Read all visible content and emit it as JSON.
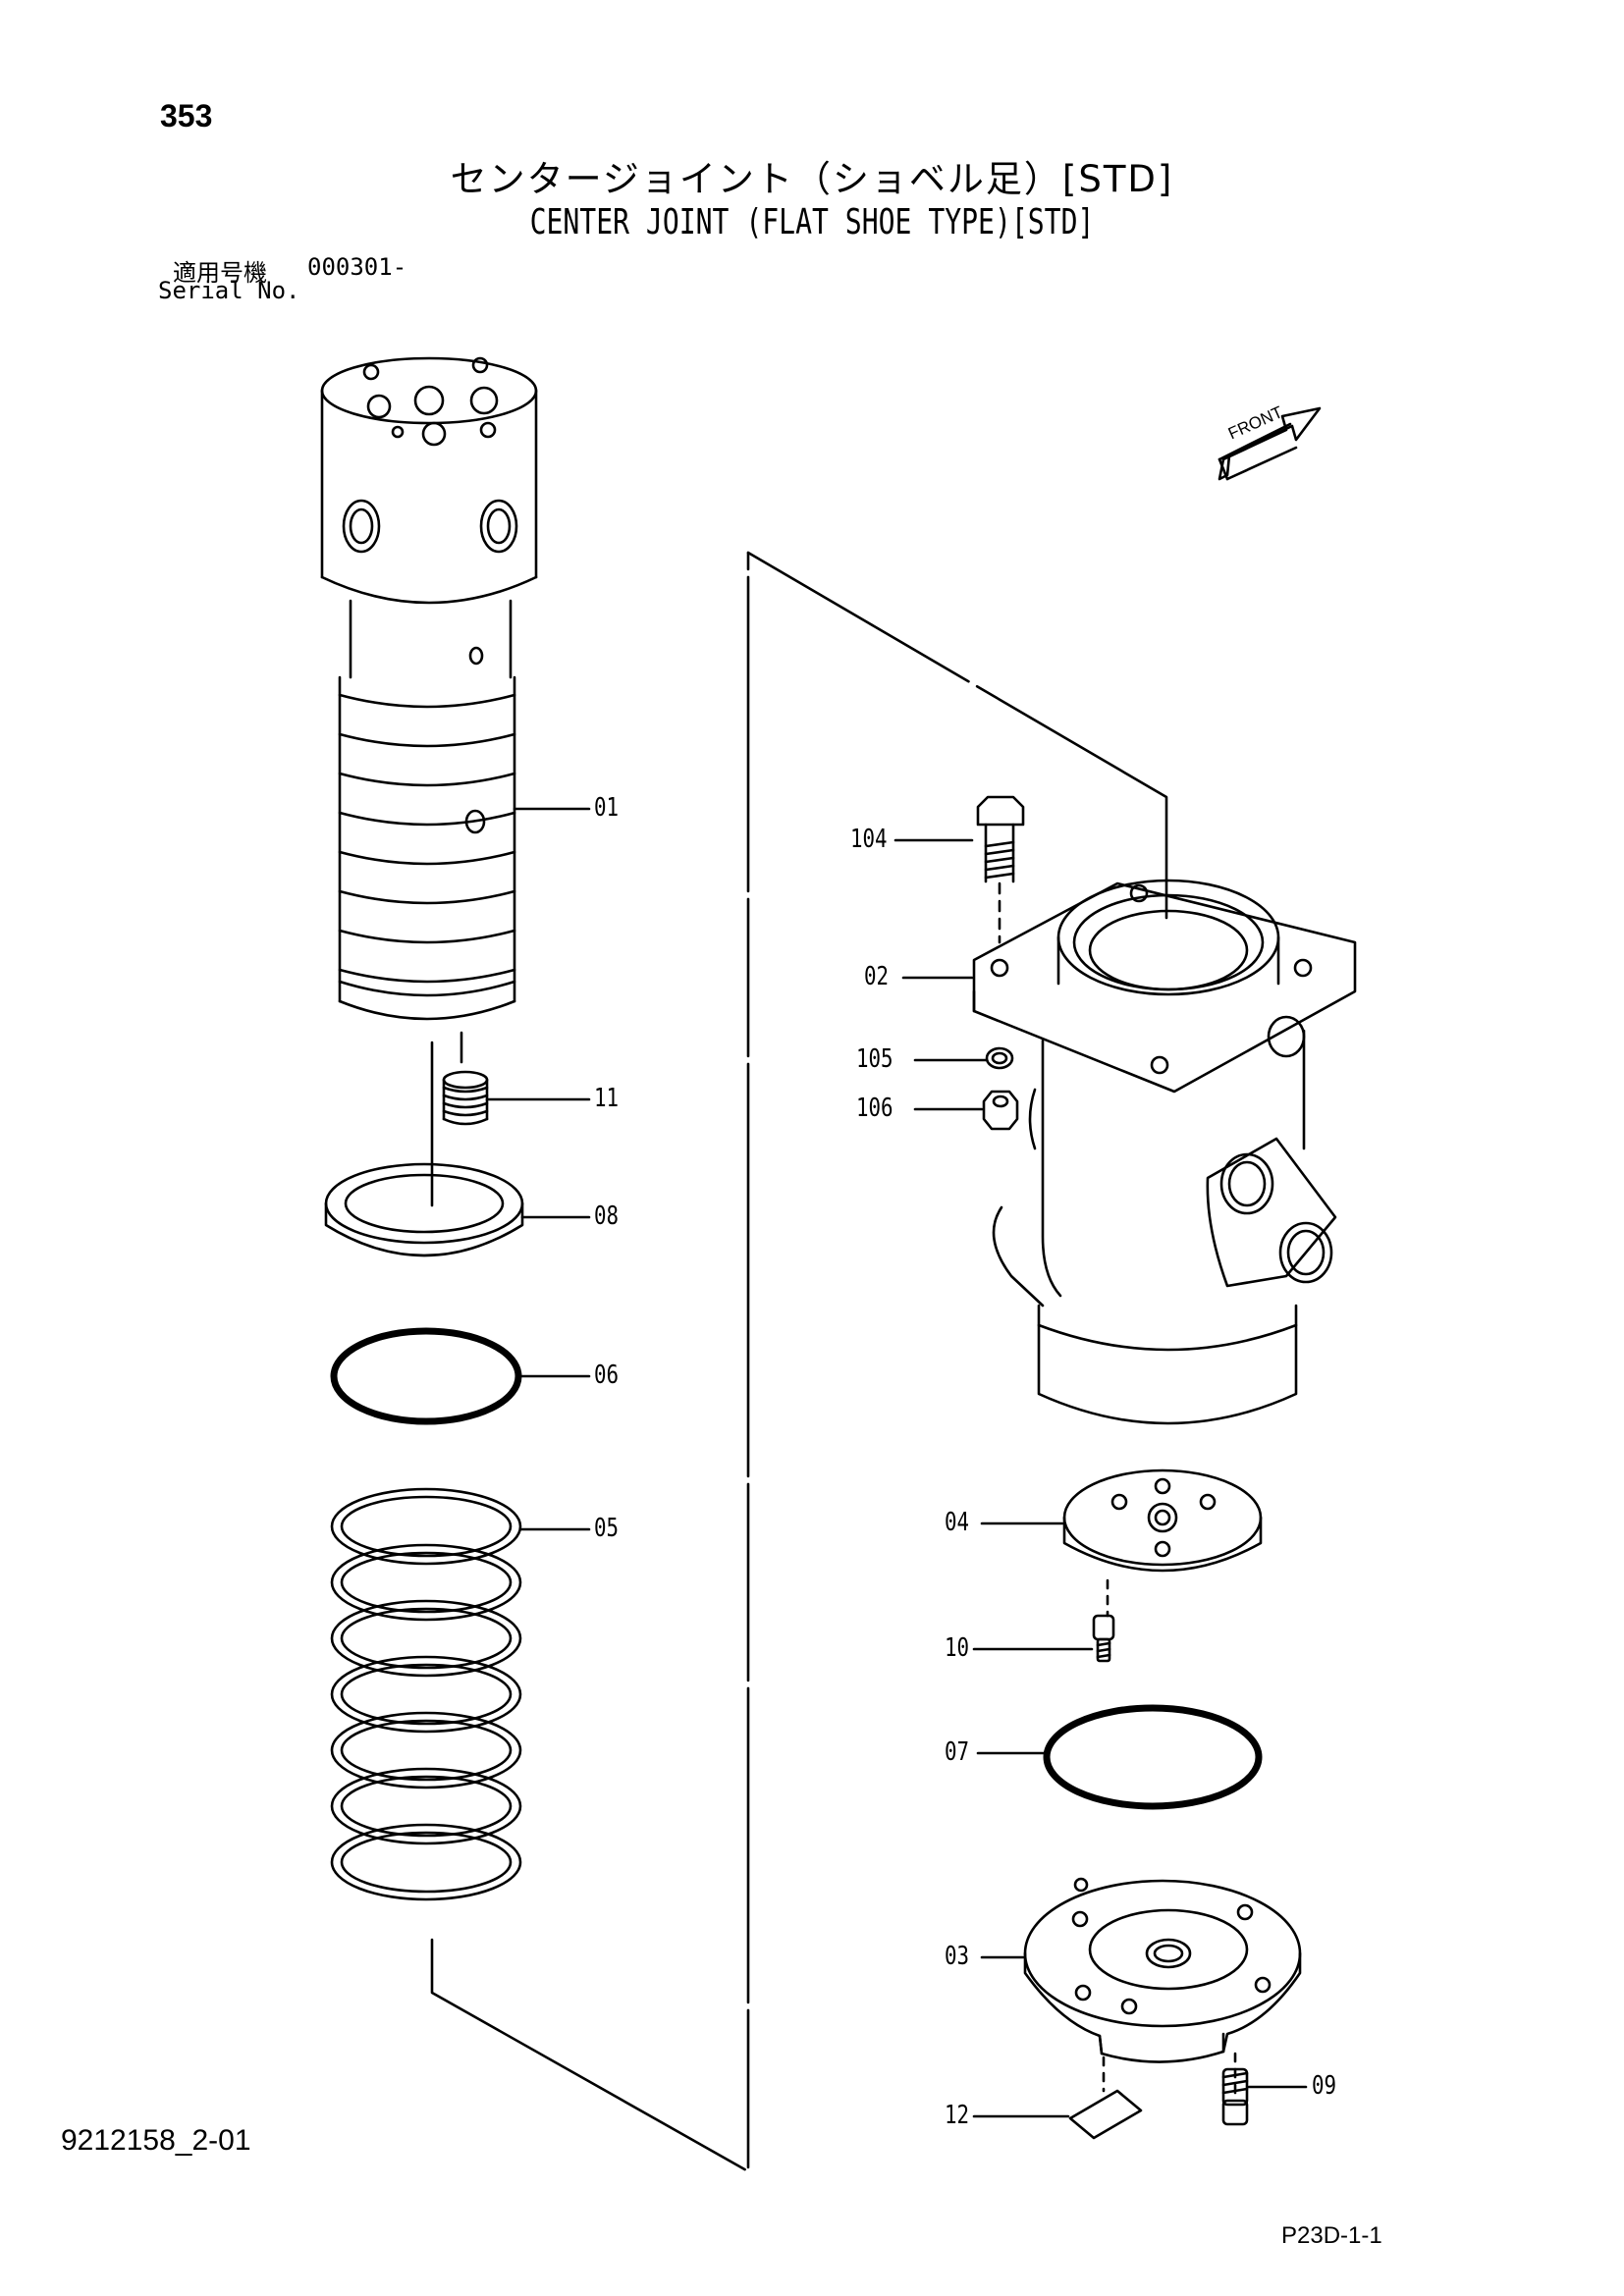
{
  "header": {
    "page_number": "353",
    "title_ja": "センタージョイント（ショベル足）[STD]",
    "title_en": "CENTER JOINT (FLAT SHOE TYPE)[STD]",
    "serial_label_ja": "適用号機",
    "serial_value": "000301-",
    "serial_label_en": "Serial No."
  },
  "front_arrow": {
    "label": "FRONT"
  },
  "callouts": [
    "01",
    "11",
    "08",
    "06",
    "05",
    "104",
    "02",
    "105",
    "106",
    "04",
    "10",
    "07",
    "03",
    "12",
    "09"
  ],
  "footer": {
    "drawing_code": "9212158_2-01",
    "figure_ref": "P23D-1-1"
  }
}
